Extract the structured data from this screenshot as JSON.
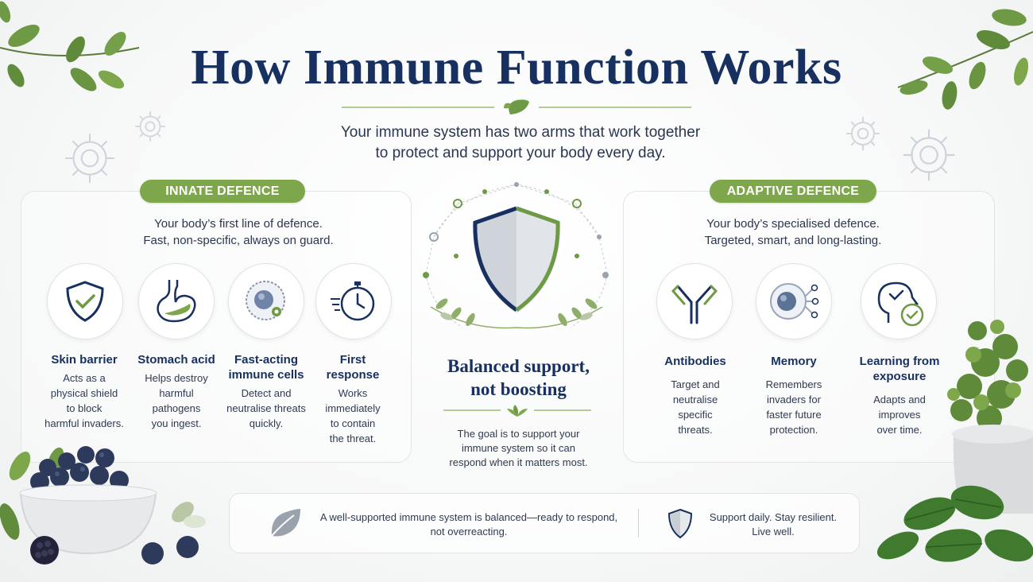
{
  "title": "How Immune Function Works",
  "subtitle": {
    "line1": "Your immune system has two arms that work together",
    "line2": "to protect and support your body every day."
  },
  "innate": {
    "label": "INNATE DEFENCE",
    "desc": [
      "Your body’s first line of defence.",
      "Fast, non-specific, always on guard."
    ],
    "items": [
      {
        "icon": "shield-check-icon",
        "title": [
          "Skin barrier"
        ],
        "text": [
          "Acts as a",
          "physical shield",
          "to block",
          "harmful invaders."
        ]
      },
      {
        "icon": "stomach-icon",
        "title": [
          "Stomach acid"
        ],
        "text": [
          "Helps destroy",
          "harmful",
          "pathogens",
          "you ingest."
        ]
      },
      {
        "icon": "immune-cell-icon",
        "title": [
          "Fast-acting",
          "immune cells"
        ],
        "text": [
          "Detect and",
          "neutralise threats",
          "quickly."
        ]
      },
      {
        "icon": "stopwatch-icon",
        "title": [
          "First",
          "response"
        ],
        "text": [
          "Works",
          "immediately",
          "to contain",
          "the threat."
        ]
      }
    ]
  },
  "adaptive": {
    "label": "ADAPTIVE DEFENCE",
    "desc": [
      "Your body’s specialised defence.",
      "Targeted, smart, and long-lasting."
    ],
    "items": [
      {
        "icon": "antibody-icon",
        "title": [
          "Antibodies"
        ],
        "text": [
          "Target and",
          "neutralise",
          "specific",
          "threats."
        ]
      },
      {
        "icon": "memory-cell-icon",
        "title": [
          "Memory"
        ],
        "text": [
          "Remembers",
          "invaders for",
          "faster future",
          "protection."
        ]
      },
      {
        "icon": "head-check-icon",
        "title": [
          "Learning from",
          "exposure"
        ],
        "text": [
          "Adapts and",
          "improves",
          "over time."
        ]
      }
    ]
  },
  "center": {
    "title": [
      "Balanced support,",
      "not boosting"
    ],
    "text": [
      "The goal is to support your",
      "immune system so it can",
      "respond when it matters most."
    ]
  },
  "footer": {
    "left": [
      "A well-supported immune system is balanced—ready to respond,",
      "not overreacting."
    ],
    "right": [
      "Support daily. Stay resilient.",
      "Live well."
    ]
  },
  "colors": {
    "navy": "#17305f",
    "green": "#7ea64a"
  }
}
